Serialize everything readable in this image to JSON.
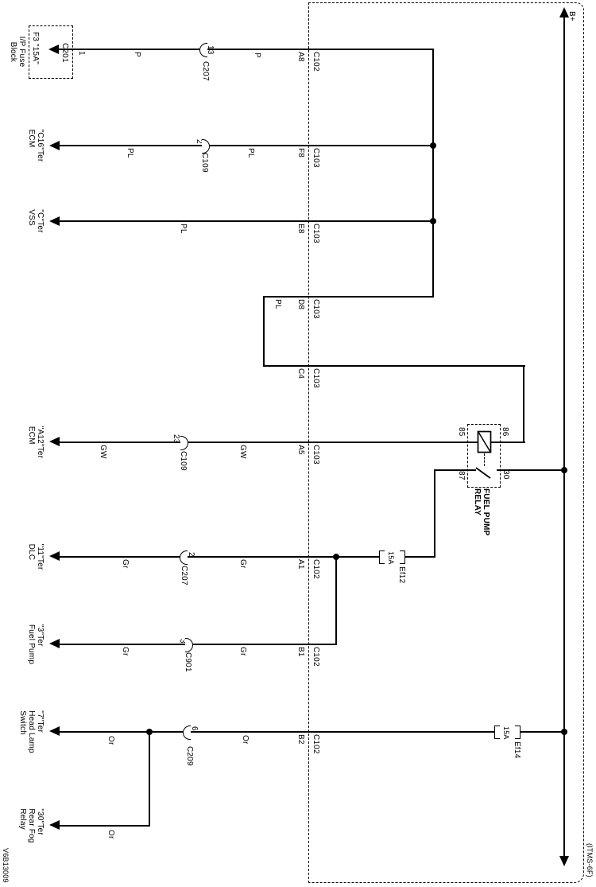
{
  "page_code": "V6B13009",
  "sheet_ref": "(ITMS-6F)",
  "power": {
    "label": "B+"
  },
  "fuse_block": {
    "name": "I/P Fuse\nBlock",
    "fuse": "F3 \"15A\"",
    "connector": "C201",
    "pin": "1"
  },
  "relay": {
    "name": "FUEL PUMP\nRELAY",
    "pin_85": "85",
    "pin_86": "86",
    "pin_87": "87",
    "pin_30": "30"
  },
  "fuses": {
    "ef12": {
      "rating": "15A",
      "name": "Ef12"
    },
    "ef14": {
      "rating": "15A",
      "name": "Ef14"
    }
  },
  "rows": {
    "feed": {
      "wire_a": "P",
      "splice_pin": "13",
      "splice": "C207",
      "wire_b": "P",
      "pin": "A8",
      "connector": "C102"
    },
    "ecm_c16": {
      "dest": "\"C16\"Ter\nECM",
      "wire_a": "PL",
      "splice_pin": "2",
      "splice": "C109",
      "wire_b": "PL",
      "pin": "F8",
      "connector": "C103"
    },
    "vss": {
      "dest": "\"C\"Ter\nVSS",
      "wire_a": "PL",
      "pin": "E8",
      "connector": "C103"
    },
    "branch_d8": {
      "wire_a": "PL",
      "pin": "D8",
      "connector": "C103"
    },
    "branch_c4": {
      "pin": "C4",
      "connector": "C103"
    },
    "ecm_a12": {
      "dest": "\"A12\"Ter\nECM",
      "wire_a": "GW",
      "splice_pin": "23",
      "splice": "C109",
      "wire_b": "GW",
      "pin": "A5",
      "connector": "C103"
    },
    "dlc": {
      "dest": "\"11\"Ter\nDLC",
      "wire_a": "Gr",
      "splice_pin": "2",
      "splice": "C207",
      "wire_b": "Gr",
      "pin": "A1",
      "connector": "C102"
    },
    "fuel_pump": {
      "dest": "\"3\"Ter\nFuel Pump",
      "wire_a": "Gr",
      "splice_pin": "3",
      "splice": "C901",
      "wire_b": "Gr",
      "pin": "B1",
      "connector": "C102"
    },
    "head_lamp": {
      "dest": "\"7\"Ter\nHead Lamp\nSwitch",
      "wire_a": "Or",
      "splice_pin": "6",
      "splice": "C209",
      "wire_b": "Or",
      "pin": "B2",
      "connector": "C102"
    },
    "rear_fog": {
      "dest": "\"30\"Ter\nRear Fog\nRelay",
      "wire_a": "Or"
    }
  }
}
